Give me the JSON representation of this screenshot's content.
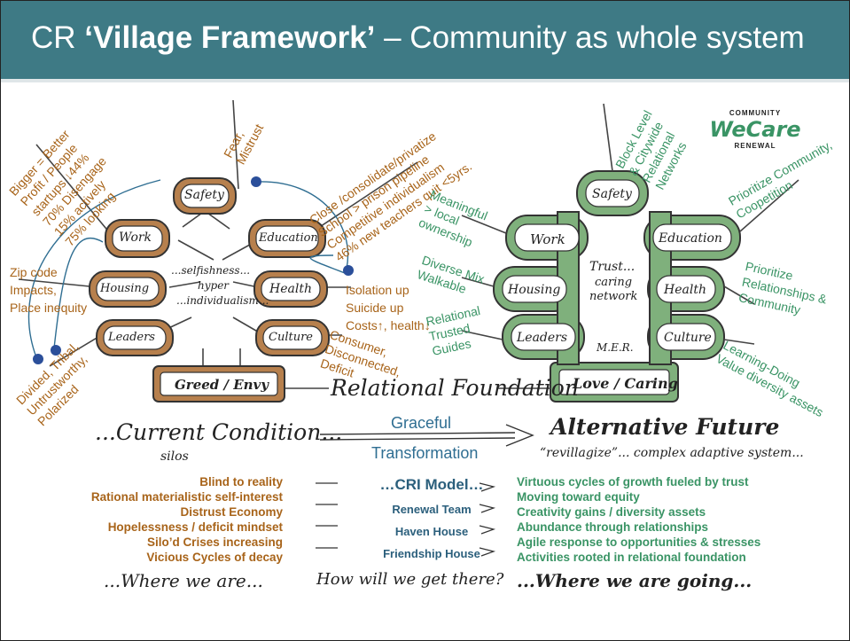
{
  "title": {
    "prefix": "CR ",
    "bold": "‘Village Framework’",
    "rest": " – Community as whole system"
  },
  "logo": {
    "top": "COMMUNITY",
    "main": "WeCare",
    "bottom": "RENEWAL"
  },
  "left_village": {
    "nodes": {
      "safety": "Safety",
      "work": "Work",
      "education": "Education",
      "housing": "Housing",
      "health": "Health",
      "leaders": "Leaders",
      "culture": "Culture",
      "foundation": "Greed / Envy"
    },
    "center": [
      "...selfishness...",
      "hyper",
      "...individualism..."
    ],
    "annotations": {
      "fear": [
        "Fear,",
        "Mistrust"
      ],
      "work": [
        "Bigger = Better",
        "Profit / People",
        "startups ↓44%",
        "70% Disengage",
        "15% actively",
        "75% looking"
      ],
      "education": [
        "Close /consolidate/privatize",
        "School > prison pipeline",
        "Competitive individualism",
        "46% new teachers quit <5yrs."
      ],
      "housing": [
        "Zip code",
        "Impacts,",
        "Place inequity"
      ],
      "health": [
        "Isolation up",
        "Suicide up",
        "Costs↑, health↓"
      ],
      "culture": [
        "Consumer,",
        "Disconnected,",
        "Deficit"
      ],
      "leaders": [
        "Divided, Tribal,",
        "Untrustworthy,",
        "Polarized"
      ]
    }
  },
  "right_village": {
    "nodes": {
      "safety": "Safety",
      "work": "Work",
      "education": "Education",
      "housing": "Housing",
      "health": "Health",
      "leaders": "Leaders",
      "culture": "Culture",
      "foundation": "Love / Caring"
    },
    "center": [
      "Trust...",
      "caring",
      "network",
      "M.E.R."
    ],
    "annotations": {
      "block": [
        "Block Level",
        "& Citywide",
        "Relational",
        "Networks"
      ],
      "community": [
        "Prioritize Community,",
        "Coopetition"
      ],
      "meaningful": [
        "Meaningful",
        "> local",
        "ownership"
      ],
      "relationships": [
        "Prioritize",
        "Relationships &",
        "Community"
      ],
      "diverse": [
        "Diverse Mix",
        "Walkable"
      ],
      "guides": [
        "Relational",
        "Trusted",
        "Guides"
      ],
      "learning": [
        "Learning-Doing",
        "Value diversity assets"
      ]
    }
  },
  "relational_foundation": "Relational Foundation",
  "current_condition": "...Current Condition...",
  "silos": "silos",
  "graceful": "Graceful",
  "transformation": "Transformation",
  "alternative_future": "Alternative Future",
  "revillagize": "“revillagize”... complex adaptive system...",
  "left_list": [
    "Blind to reality",
    "Rational materialistic self-interest",
    "Distrust Economy",
    "Hopelessness / deficit mindset",
    "Silo’d Crises increasing",
    "Vicious Cycles of decay"
  ],
  "cri": {
    "heading": "…CRI Model…",
    "items": [
      "Renewal Team",
      "Haven House",
      "Friendship House"
    ]
  },
  "right_list": [
    "Virtuous cycles of growth fueled by trust",
    "Moving toward equity",
    "Creativity gains / diversity assets",
    "Abundance through relationships",
    "Agile response to opportunities & stresses",
    "Activities rooted in relational foundation"
  ],
  "where_we_are": "...Where we are...",
  "how_get_there": "How will we get there?",
  "where_going": "...Where we are going...",
  "colors": {
    "header": "#3e7a85",
    "brown": "#a8641a",
    "green": "#3a9465",
    "blue": "#2f6e92",
    "tan": "#b7804d",
    "leaf": "#7fb07c"
  }
}
